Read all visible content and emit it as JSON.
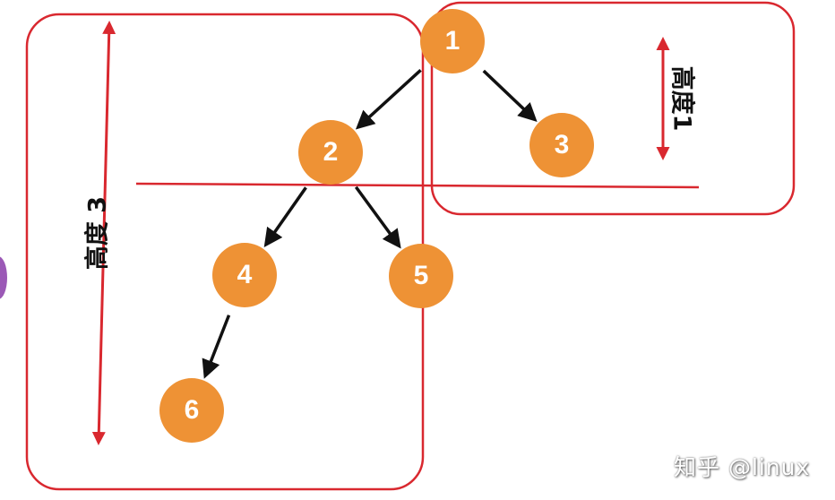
{
  "diagram": {
    "nodes": [
      {
        "id": "1",
        "label": "1"
      },
      {
        "id": "2",
        "label": "2"
      },
      {
        "id": "3",
        "label": "3"
      },
      {
        "id": "4",
        "label": "4"
      },
      {
        "id": "5",
        "label": "5"
      },
      {
        "id": "6",
        "label": "6"
      }
    ],
    "edges": [
      {
        "from": "1",
        "to": "2"
      },
      {
        "from": "1",
        "to": "3"
      },
      {
        "from": "2",
        "to": "4"
      },
      {
        "from": "2",
        "to": "5"
      },
      {
        "from": "4",
        "to": "6"
      }
    ],
    "labels": {
      "left_height": "高度 3",
      "right_height": "高度1"
    }
  },
  "watermark": "知乎 @linux",
  "colors": {
    "node_fill": "#EE9235",
    "node_text": "#ffffff",
    "box_stroke": "#D9282F",
    "arrow": "#111111",
    "side_blob": "#9B59B6"
  }
}
